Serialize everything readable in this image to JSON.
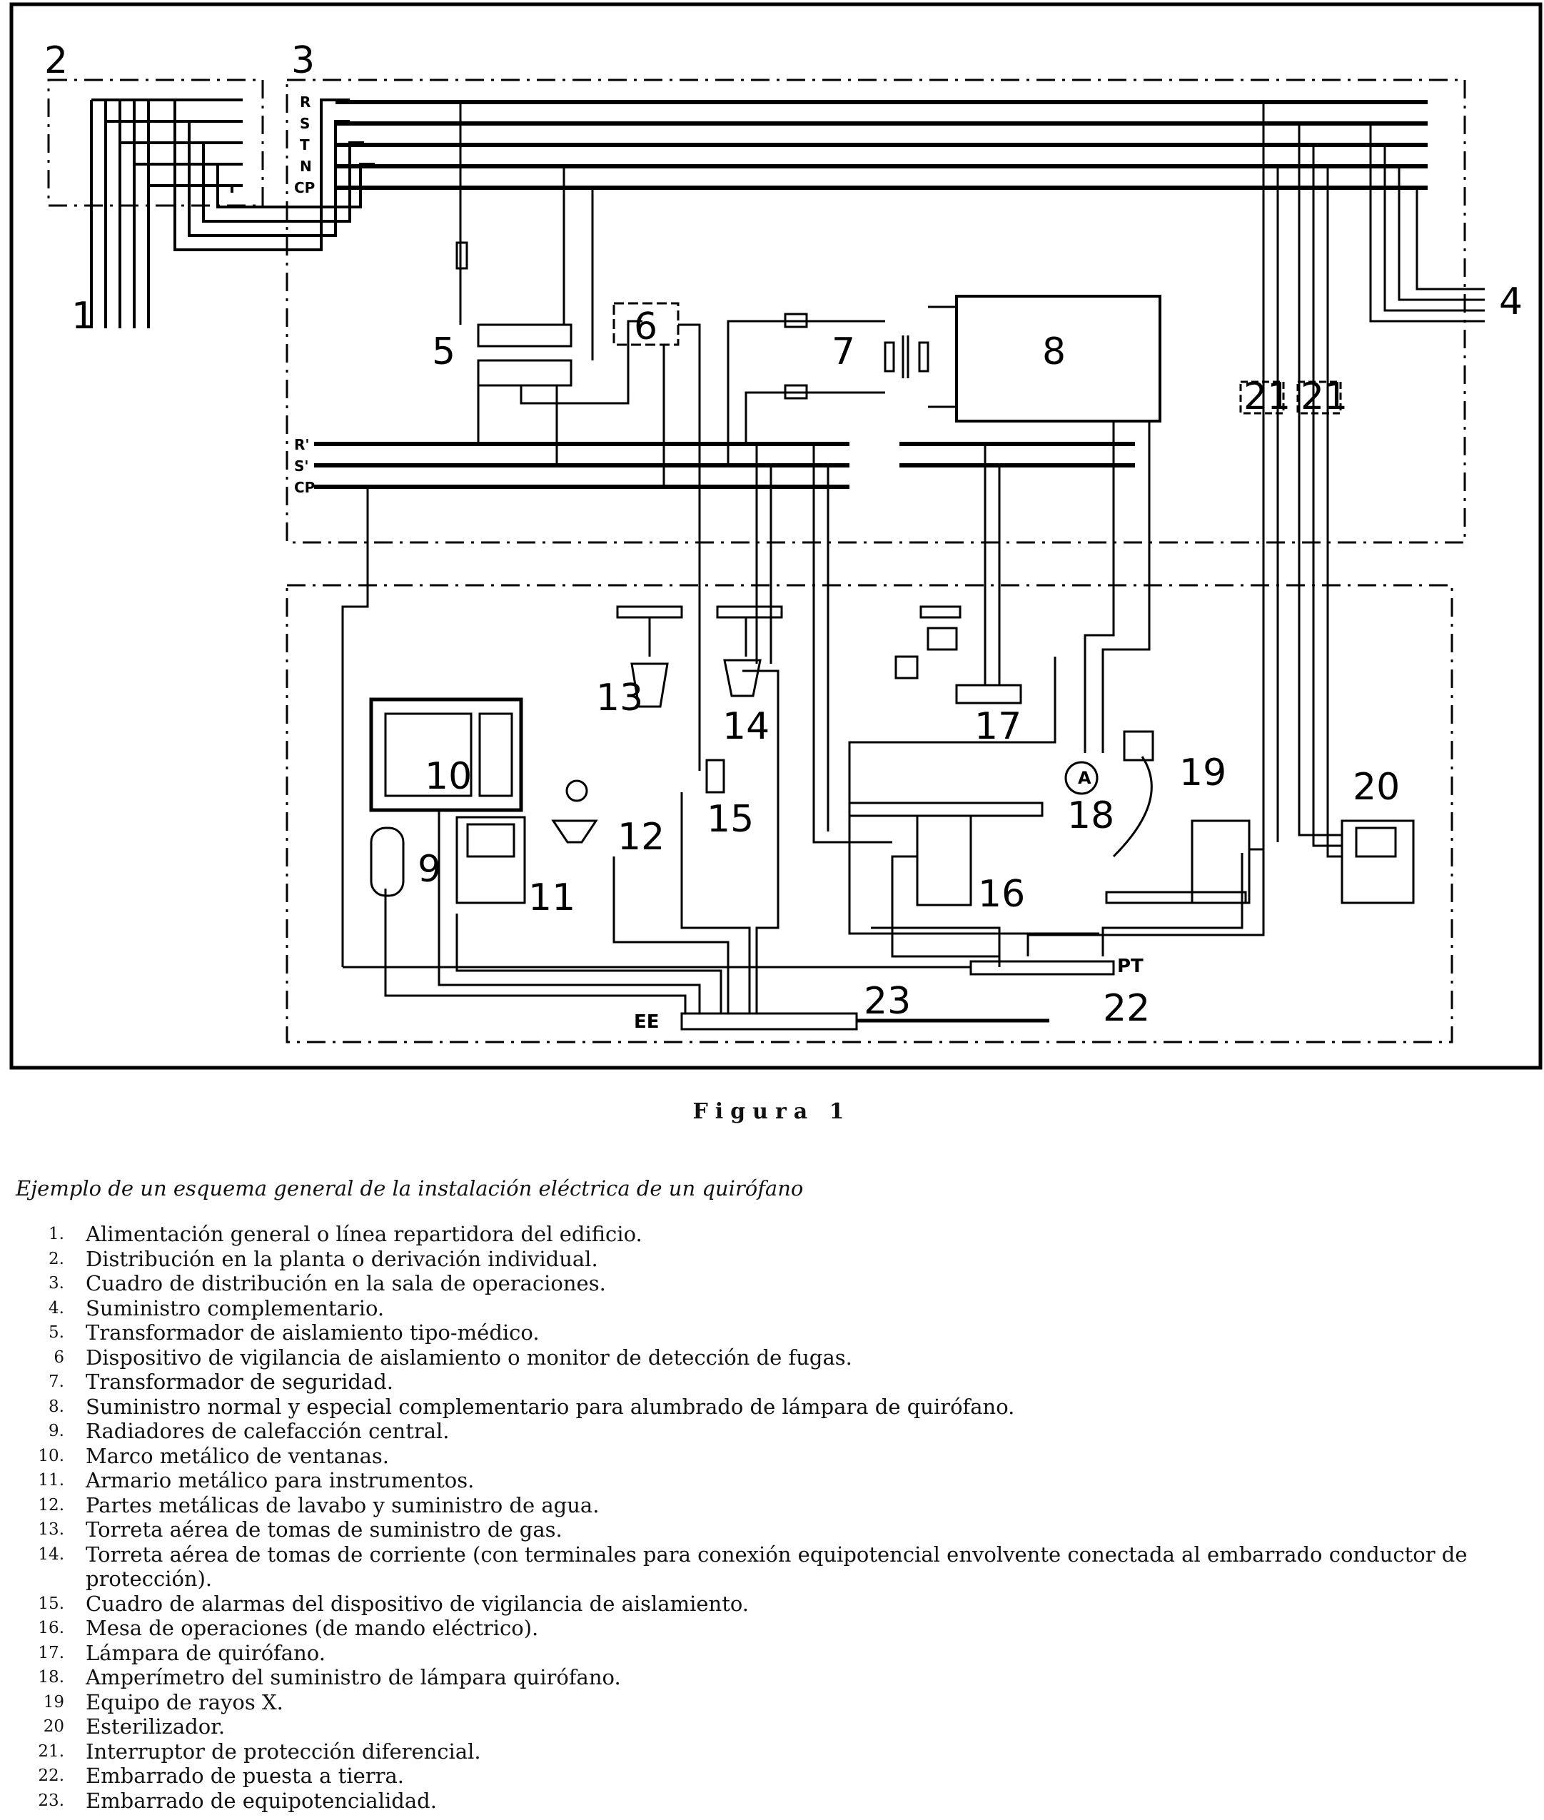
{
  "diagram": {
    "labels": {
      "n1": "1",
      "n2": "2",
      "n3": "3",
      "n4": "4",
      "n5": "5",
      "n6": "6",
      "n7": "7",
      "n8": "8",
      "n9": "9",
      "n10": "10",
      "n11": "11",
      "n12": "12",
      "n13": "13",
      "n14": "14",
      "n15": "15",
      "n16": "16",
      "n17": "17",
      "n18": "18",
      "n19": "19",
      "n20": "20",
      "n21a": "21",
      "n21b": "21",
      "n22": "22",
      "n23": "23"
    },
    "bus_top": [
      "R",
      "S",
      "T",
      "N",
      "CP"
    ],
    "bus_iso": [
      "R'",
      "S'",
      "CP"
    ],
    "ammeter": "A",
    "pt": "PT",
    "ee": "EE"
  },
  "figure_title": "Figura 1",
  "caption": "Ejemplo de un esquema general de la instalación eléctrica de un quirófano",
  "legend": [
    {
      "num": "1.",
      "text": "Alimentación general o línea repartidora del edificio."
    },
    {
      "num": "2.",
      "text": "Distribución en la planta o derivación individual."
    },
    {
      "num": "3.",
      "text": "Cuadro de distribución en la sala de operaciones."
    },
    {
      "num": "4.",
      "text": "Suministro complementario."
    },
    {
      "num": "5.",
      "text": "Transformador de aislamiento tipo-médico."
    },
    {
      "num": "6",
      "text": "Dispositivo de vigilancia de aislamiento o monitor de detección de fugas."
    },
    {
      "num": "7.",
      "text": "Transformador de seguridad."
    },
    {
      "num": "8.",
      "text": "Suministro normal y especial complementario para alumbrado de lámpara de quirófano."
    },
    {
      "num": "9.",
      "text": "Radiadores de calefacción central."
    },
    {
      "num": "10.",
      "text": "Marco metálico de ventanas."
    },
    {
      "num": "11.",
      "text": "Armario metálico para instrumentos."
    },
    {
      "num": "12.",
      "text": "Partes metálicas de lavabo y suministro de agua."
    },
    {
      "num": "13.",
      "text": "Torreta aérea de tomas de suministro de gas."
    },
    {
      "num": "14.",
      "text": "Torreta aérea de tomas de corriente (con terminales para conexión equipotencial envolvente conectada al embarrado conductor de protección)."
    },
    {
      "num": "15.",
      "text": "Cuadro de alarmas del dispositivo de vigilancia de aislamiento."
    },
    {
      "num": "16.",
      "text": "Mesa de operaciones (de mando eléctrico)."
    },
    {
      "num": "17.",
      "text": "Lámpara de quirófano."
    },
    {
      "num": "18.",
      "text": "Amperímetro del suministro de lámpara quirófano."
    },
    {
      "num": "19",
      "text": "Equipo de rayos X."
    },
    {
      "num": "20",
      "text": "Esterilizador."
    },
    {
      "num": "21.",
      "text": "Interruptor de protección diferencial."
    },
    {
      "num": "22.",
      "text": "Embarrado de puesta a tierra."
    },
    {
      "num": "23.",
      "text": "Embarrado de equipotencialidad."
    }
  ]
}
